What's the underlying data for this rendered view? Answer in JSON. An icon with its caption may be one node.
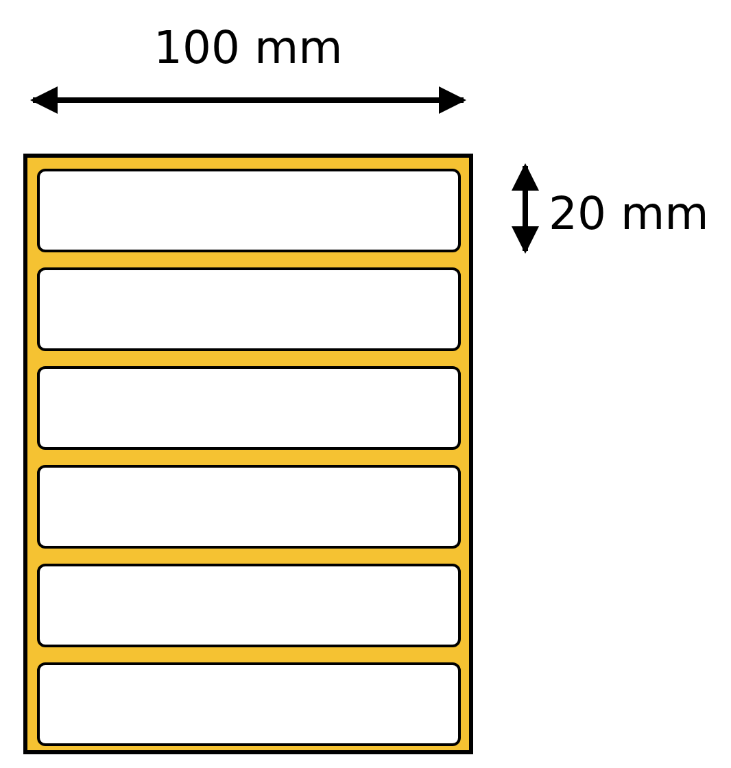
{
  "diagram": {
    "nodes": [
      {
        "text": [],
        "shape": "box"
      },
      {
        "text": [],
        "shape": "box",
        "in": 0
      },
      {
        "text": [],
        "shape": "box",
        "in": 0
      },
      {
        "text": [],
        "shape": "box",
        "in": 0
      },
      {
        "text": [],
        "shape": "box",
        "in": 0
      },
      {
        "text": [],
        "shape": "box",
        "in": 0
      },
      {
        "text": [],
        "shape": "box",
        "in": 0
      }
    ],
    "edges": [],
    "labels": [
      "100 mm",
      "20 mm"
    ]
  }
}
